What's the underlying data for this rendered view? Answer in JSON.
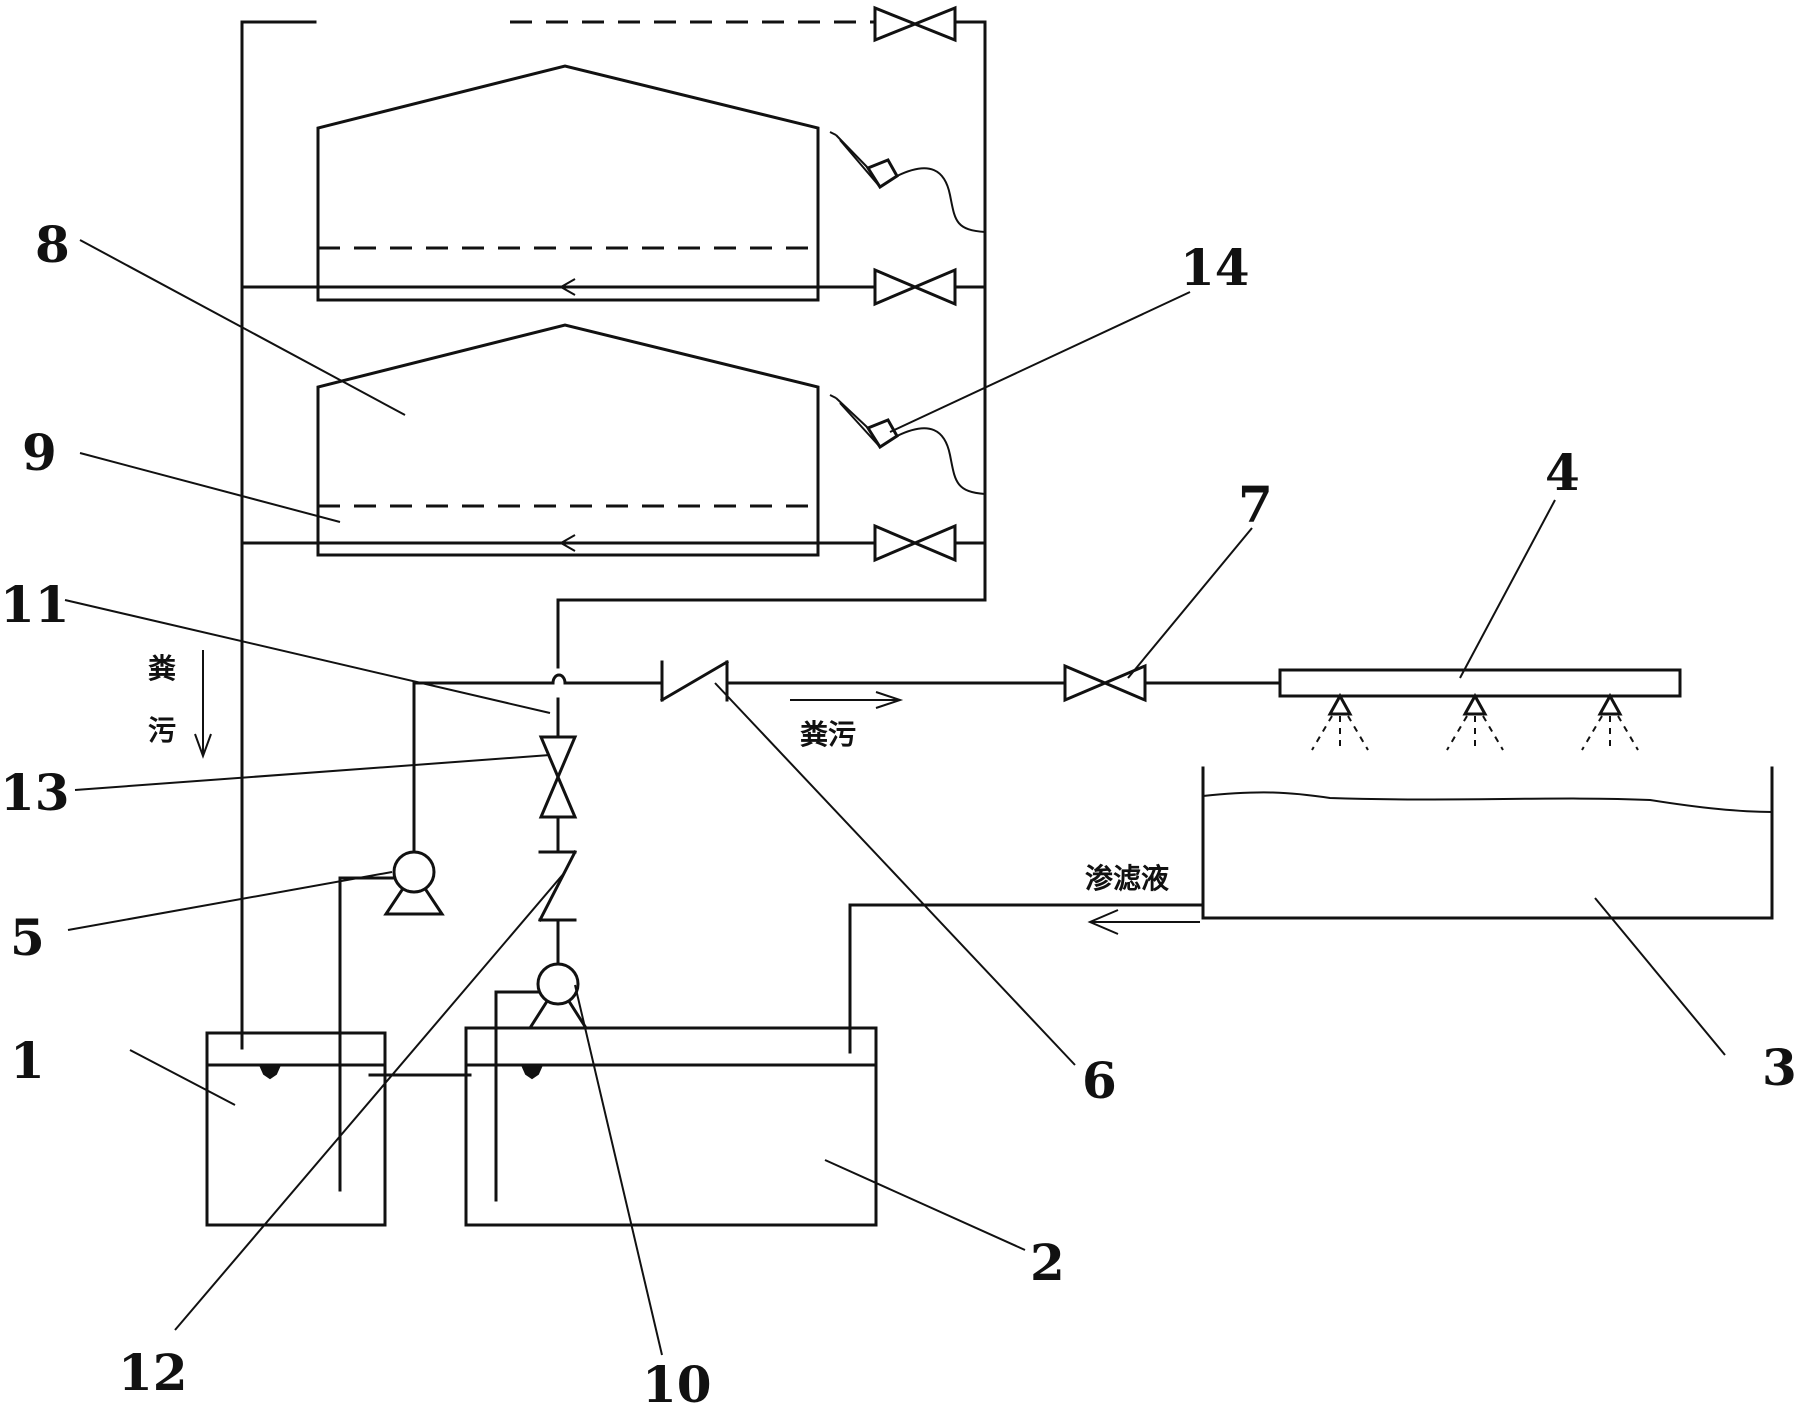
{
  "labels": {
    "n1": "1",
    "n2": "2",
    "n3": "3",
    "n4": "4",
    "n5": "5",
    "n6": "6",
    "n7": "7",
    "n8": "8",
    "n9": "9",
    "n10": "10",
    "n11": "11",
    "n12": "12",
    "n13": "13",
    "n14": "14"
  },
  "flow_labels": {
    "manure_vertical_1": "粪",
    "manure_vertical_2": "污",
    "manure_horizontal": "粪污",
    "leachate": "渗滤液"
  }
}
